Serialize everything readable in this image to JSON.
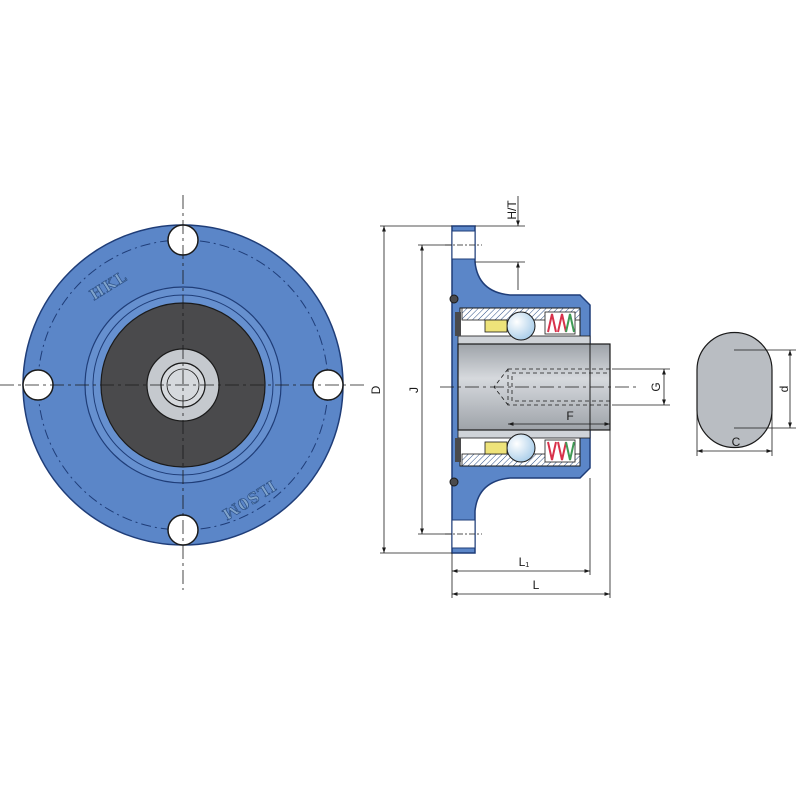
{
  "colors": {
    "housing_blue": "#5b86c8",
    "housing_edge": "#1f3d78",
    "insert_dark": "#4a4a4c",
    "shaft_grey": "#bfc3c8",
    "ball_light": "#d9ecfb",
    "retainer_yellow": "#eee37a",
    "seal_red": "#d8324b",
    "seal_green": "#3f9a55"
  },
  "front_view": {
    "logo_top": "HKL",
    "logo_bottom": "ILS0M"
  },
  "dimensions": {
    "ht": "H/T",
    "d_outer": "D",
    "j": "J",
    "g": "G",
    "f": "F",
    "l1": "L₁",
    "l": "L"
  },
  "shaft_section": {
    "c": "C",
    "d_small": "d"
  }
}
